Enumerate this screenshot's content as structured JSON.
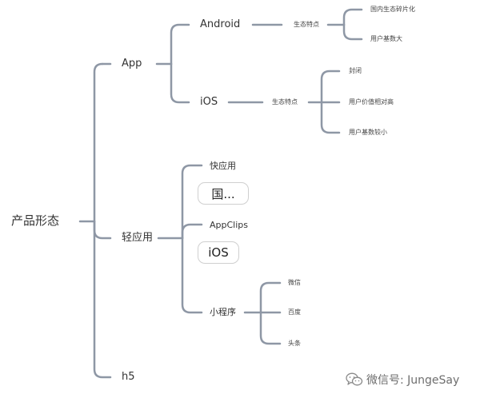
{
  "root": {
    "label": "产品形态"
  },
  "app": {
    "label": "App",
    "android": {
      "label": "Android",
      "connector": "生态特点",
      "items": [
        "国内生态碎片化",
        "用户基数大"
      ]
    },
    "ios": {
      "label": "iOS",
      "connector": "生态特点",
      "items": [
        "封闭",
        "用户价值相对高",
        "用户基数较小"
      ]
    }
  },
  "light": {
    "label": "轻应用",
    "kuai": {
      "label": "快应用",
      "tag": "国..."
    },
    "appclips": {
      "label": "AppClips",
      "tag": "iOS"
    },
    "mini": {
      "label": "小程序",
      "items": [
        "微信",
        "百度",
        "头条"
      ]
    }
  },
  "h5": {
    "label": "h5"
  },
  "watermark": {
    "text": "微信号: JungeSay"
  },
  "colors": {
    "line": "#8e97a5",
    "text": "#333333",
    "tag_border": "#cfcfcf"
  }
}
